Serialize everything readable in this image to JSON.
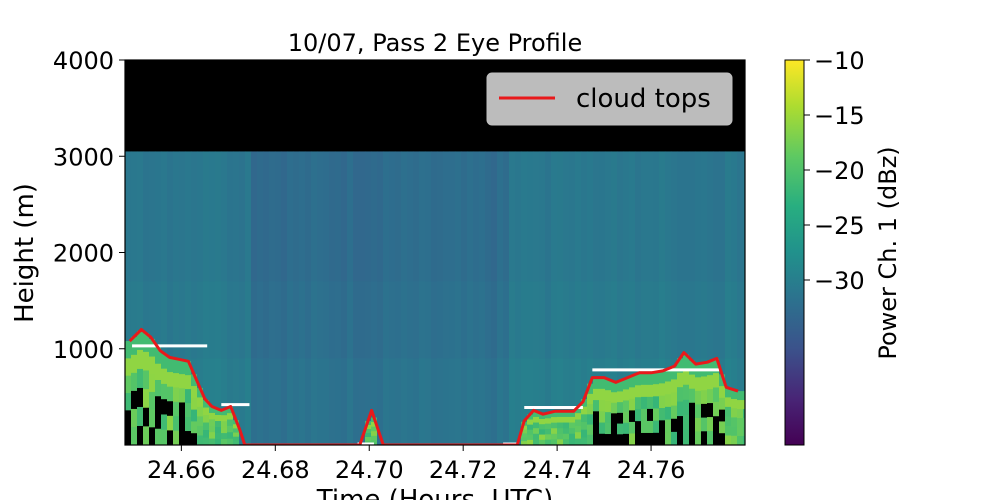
{
  "chart_data": {
    "type": "heatmap",
    "title": "10/07, Pass 2 Eye Profile",
    "xlabel": "Time (Hours, UTC)",
    "ylabel": "Height (m)",
    "xlim": [
      24.648,
      24.78
    ],
    "ylim": [
      0,
      4000
    ],
    "x_ticks": [
      "24.66",
      "24.68",
      "24.70",
      "24.72",
      "24.74",
      "24.76"
    ],
    "x_tick_values": [
      24.66,
      24.68,
      24.7,
      24.72,
      24.74,
      24.76
    ],
    "y_ticks": [
      "1000",
      "2000",
      "3000",
      "4000"
    ],
    "y_tick_values": [
      1000,
      2000,
      3000,
      4000
    ],
    "grid": false,
    "colormap": "viridis",
    "data_top_height": 3050,
    "colorbar": {
      "label": "Power Ch. 1 (dBz)",
      "range": [
        -45,
        -10
      ],
      "ticks": [
        "−10",
        "−15",
        "−20",
        "−25",
        "−30"
      ],
      "tick_values": [
        -10,
        -15,
        -20,
        -25,
        -30
      ]
    },
    "legend": {
      "placement": "top-right",
      "entries": [
        "cloud tops"
      ]
    },
    "series": [
      {
        "name": "cloud tops",
        "color": "#e8191b",
        "x": [
          24.649,
          24.6515,
          24.6535,
          24.6555,
          24.6575,
          24.6595,
          24.6615,
          24.663,
          24.665,
          24.6665,
          24.6685,
          24.6705,
          24.6725,
          24.6735,
          24.676,
          24.69,
          24.698,
          24.7005,
          24.703,
          24.715,
          24.7295,
          24.7315,
          24.733,
          24.735,
          24.737,
          24.7395,
          24.7415,
          24.7435,
          24.7455,
          24.7475,
          24.75,
          24.7525,
          24.755,
          24.7575,
          24.76,
          24.7625,
          24.765,
          24.767,
          24.7695,
          24.772,
          24.774,
          24.776,
          24.7785
        ],
        "y": [
          1080,
          1200,
          1120,
          980,
          910,
          890,
          870,
          700,
          480,
          400,
          360,
          400,
          150,
          0,
          0,
          0,
          0,
          360,
          0,
          0,
          0,
          0,
          250,
          360,
          320,
          350,
          350,
          350,
          450,
          700,
          700,
          650,
          700,
          750,
          750,
          770,
          820,
          960,
          840,
          860,
          900,
          600,
          560
        ]
      }
    ],
    "reference_segments": [
      {
        "x": [
          24.6495,
          24.6655
        ],
        "y": 1030
      },
      {
        "x": [
          24.6685,
          24.6745
        ],
        "y": 420
      },
      {
        "x": [
          24.6975,
          24.701
        ],
        "y": 10
      },
      {
        "x": [
          24.7285,
          24.7315
        ],
        "y": 10
      },
      {
        "x": [
          24.733,
          24.7455
        ],
        "y": 390
      },
      {
        "x": [
          24.7475,
          24.7745
        ],
        "y": 780
      }
    ],
    "reference_color": "#ffffff"
  }
}
